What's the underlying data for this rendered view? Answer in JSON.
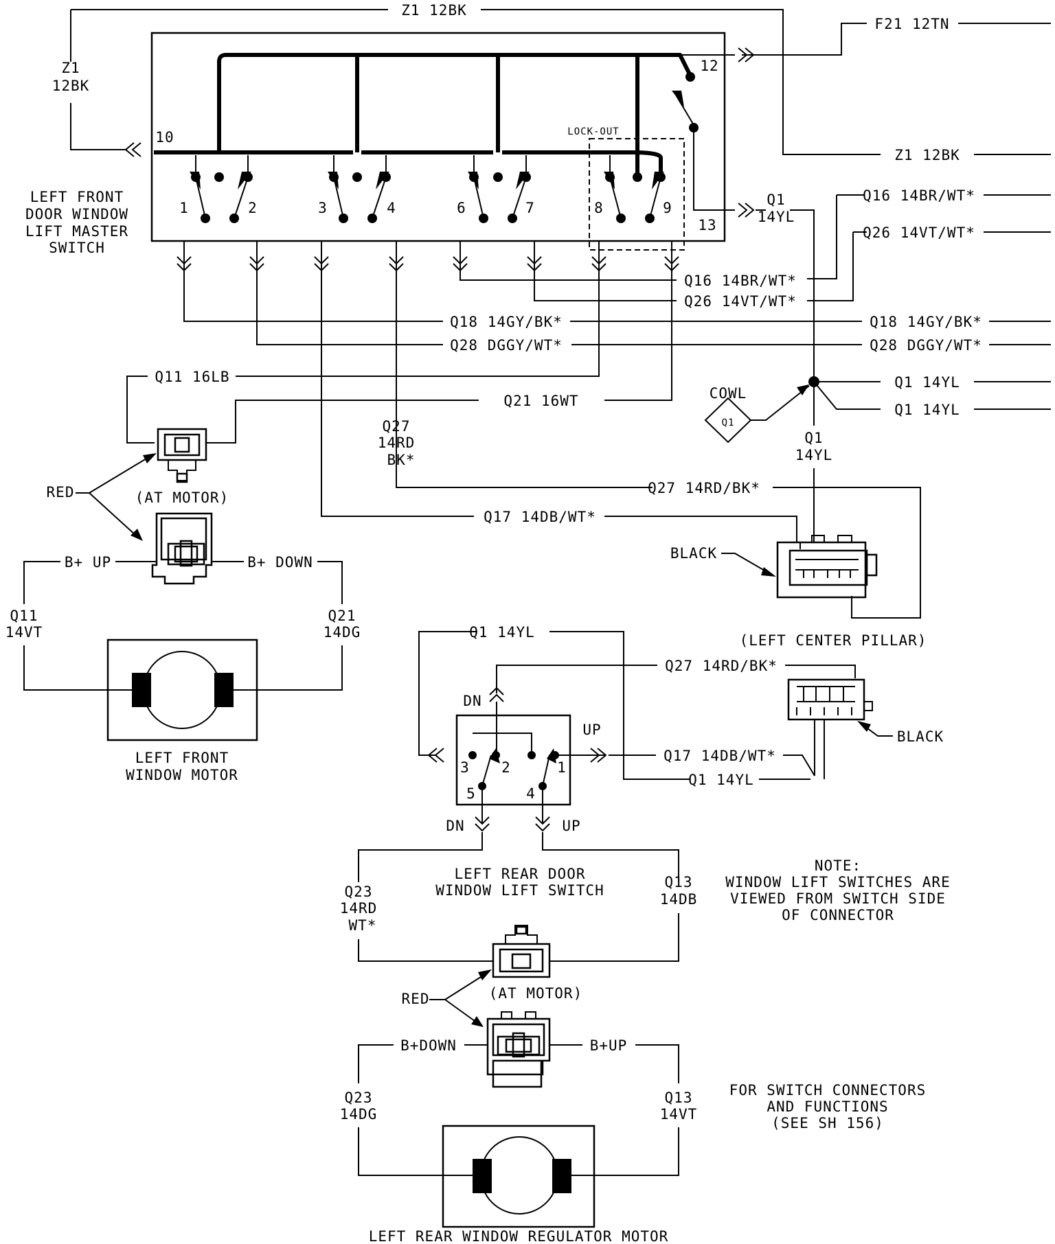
{
  "labels": {
    "z1_top": "Z1 12BK",
    "z1_left_a": "Z1",
    "z1_left_b": "12BK",
    "f21": "F21 12TN",
    "z1_right": "Z1 12BK",
    "pin10": "10",
    "pin12": "12",
    "pin13": "13",
    "lockout": "LOCK-OUT",
    "pins_master": [
      "1",
      "2",
      "3",
      "4",
      "6",
      "7",
      "8",
      "9"
    ],
    "master_title": [
      "LEFT FRONT",
      "DOOR WINDOW",
      "LIFT MASTER",
      "SWITCH"
    ],
    "q1_a": "Q1",
    "q1_b": "14YL",
    "q16_right": "Q16 14BR/WT*",
    "q26_right": "Q26 14VT/WT*",
    "q16_mid": "Q16 14BR/WT*",
    "q26_mid": "Q26 14VT/WT*",
    "q18_mid": "Q18 14GY/BK*",
    "q28_mid": "Q28 DGGY/WT*",
    "q18_right": "Q18 14GY/BK*",
    "q28_right": "Q28 DGGY/WT*",
    "q11": "Q11 16LB",
    "q21": "Q21 16WT",
    "cowl": "COWL",
    "cowl_q1": "Q1",
    "q1_14yl_1": "Q1 14YL",
    "q1_14yl_2": "Q1 14YL",
    "q1_below_a": "Q1",
    "q1_below_b": "14YL",
    "q27_a": "Q27",
    "q27_b": "14RD",
    "q27_c": "BK*",
    "q27_long": "Q27 14RD/BK*",
    "q17_long": "Q17 14DB/WT*",
    "red1": "RED",
    "at_motor1": "(AT MOTOR)",
    "bplus_up": "B+ UP",
    "bplus_down": "B+ DOWN",
    "q11_14vt_a": "Q11",
    "q11_14vt_b": "14VT",
    "q21_14dg_a": "Q21",
    "q21_14dg_b": "14DG",
    "front_motor": [
      "LEFT FRONT",
      "WINDOW MOTOR"
    ],
    "black1": "BLACK",
    "left_center_pillar": "(LEFT CENTER PILLAR)",
    "q1_14yl_rear": "Q1 14YL",
    "q27_rear": "Q27 14RD/BK*",
    "dn1": "DN",
    "up1": "UP",
    "q17_rear": "Q17 14DB/WT*",
    "q1_rear2": "Q1 14YL",
    "black2": "BLACK",
    "rear_pins": [
      "3",
      "2",
      "1",
      "5",
      "4"
    ],
    "dn2": "DN",
    "up2": "UP",
    "rear_switch": [
      "LEFT REAR DOOR",
      "WINDOW LIFT SWITCH"
    ],
    "note": [
      "NOTE:",
      "WINDOW LIFT SWITCHES ARE",
      "VIEWED FROM SWITCH SIDE",
      "OF CONNECTOR"
    ],
    "q23_a": "Q23",
    "q23_b": "14RD",
    "q23_c": "WT*",
    "q13_a": "Q13",
    "q13_b": "14DB",
    "red2": "RED",
    "at_motor2": "(AT MOTOR)",
    "bplus_down2": "B+DOWN",
    "bplus_up2": "B+UP",
    "q23_dg_a": "Q23",
    "q23_dg_b": "14DG",
    "q13_vt_a": "Q13",
    "q13_vt_b": "14VT",
    "see_sh": [
      "FOR SWITCH CONNECTORS",
      "AND FUNCTIONS",
      "(SEE SH 156)"
    ],
    "rear_motor": "LEFT REAR WINDOW REGULATOR MOTOR"
  }
}
